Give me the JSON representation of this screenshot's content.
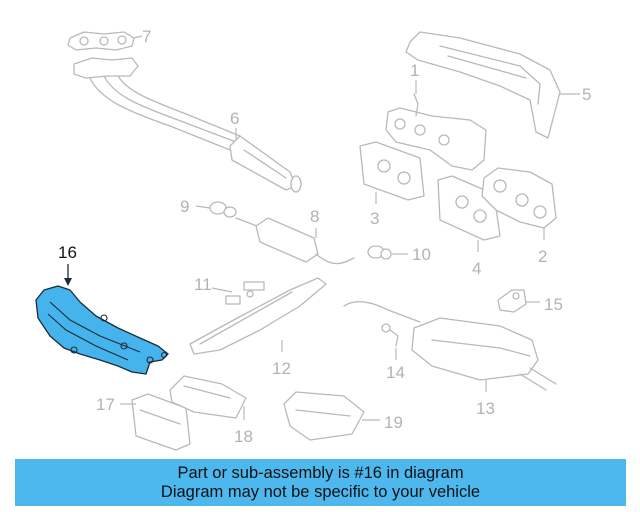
{
  "callouts": {
    "c1": "1",
    "c2": "2",
    "c3": "3",
    "c4": "4",
    "c5": "5",
    "c6": "6",
    "c7": "7",
    "c8": "8",
    "c9": "9",
    "c10": "10",
    "c11": "11",
    "c12": "12",
    "c13": "13",
    "c14": "14",
    "c15": "15",
    "c16": "16",
    "c17": "17",
    "c18": "18",
    "c19": "19"
  },
  "highlighted_part": "16",
  "colors": {
    "highlight": "#45b4ec",
    "banner": "#4db8ee",
    "line_art": "#b9b9b9"
  },
  "banner": {
    "line1": "Part or sub-assembly is #16 in diagram",
    "line2": "Diagram may not be specific to your vehicle"
  }
}
